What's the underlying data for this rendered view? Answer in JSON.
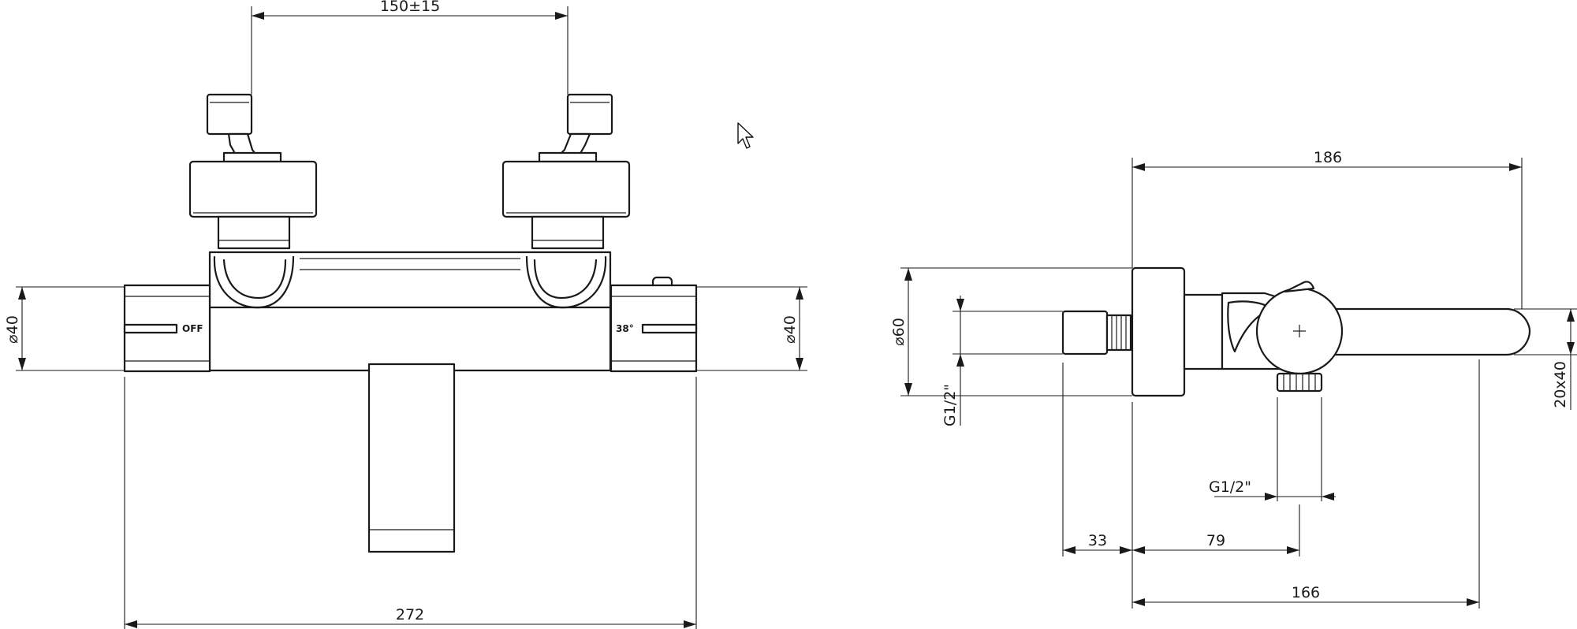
{
  "front_view": {
    "dims": {
      "inlet_spacing": "150±15",
      "overall_width": "272",
      "left_knob_diameter": "⌀40",
      "right_knob_diameter": "⌀40"
    },
    "left_knob_mark": "OFF",
    "right_knob_mark": "38°"
  },
  "side_view": {
    "dims": {
      "total_depth": "186",
      "flange_diameter": "⌀60",
      "inlet_thread": "G1/2\"",
      "outlet_thread": "G1/2\"",
      "inlet_length": "33",
      "outlet_offset": "79",
      "spout_reach": "166",
      "spout_section": "20x40"
    }
  },
  "icons": {
    "cursor": "mouse-pointer-icon"
  }
}
